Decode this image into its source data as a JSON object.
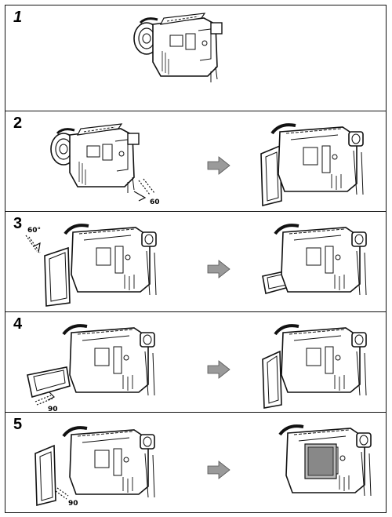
{
  "steps": [
    {
      "number": "1",
      "angles": []
    },
    {
      "number": "2",
      "angles": [
        "60"
      ]
    },
    {
      "number": "3",
      "angles": [
        "60°"
      ]
    },
    {
      "number": "4",
      "angles": [
        "90"
      ]
    },
    {
      "number": "5",
      "angles": [
        "90"
      ]
    }
  ],
  "icons": {
    "arrow": "right-arrow-icon",
    "camcorder": "camcorder-icon"
  },
  "colors": {
    "line": "#111111",
    "arrow_fill": "#9a9a9a",
    "background": "#ffffff"
  }
}
